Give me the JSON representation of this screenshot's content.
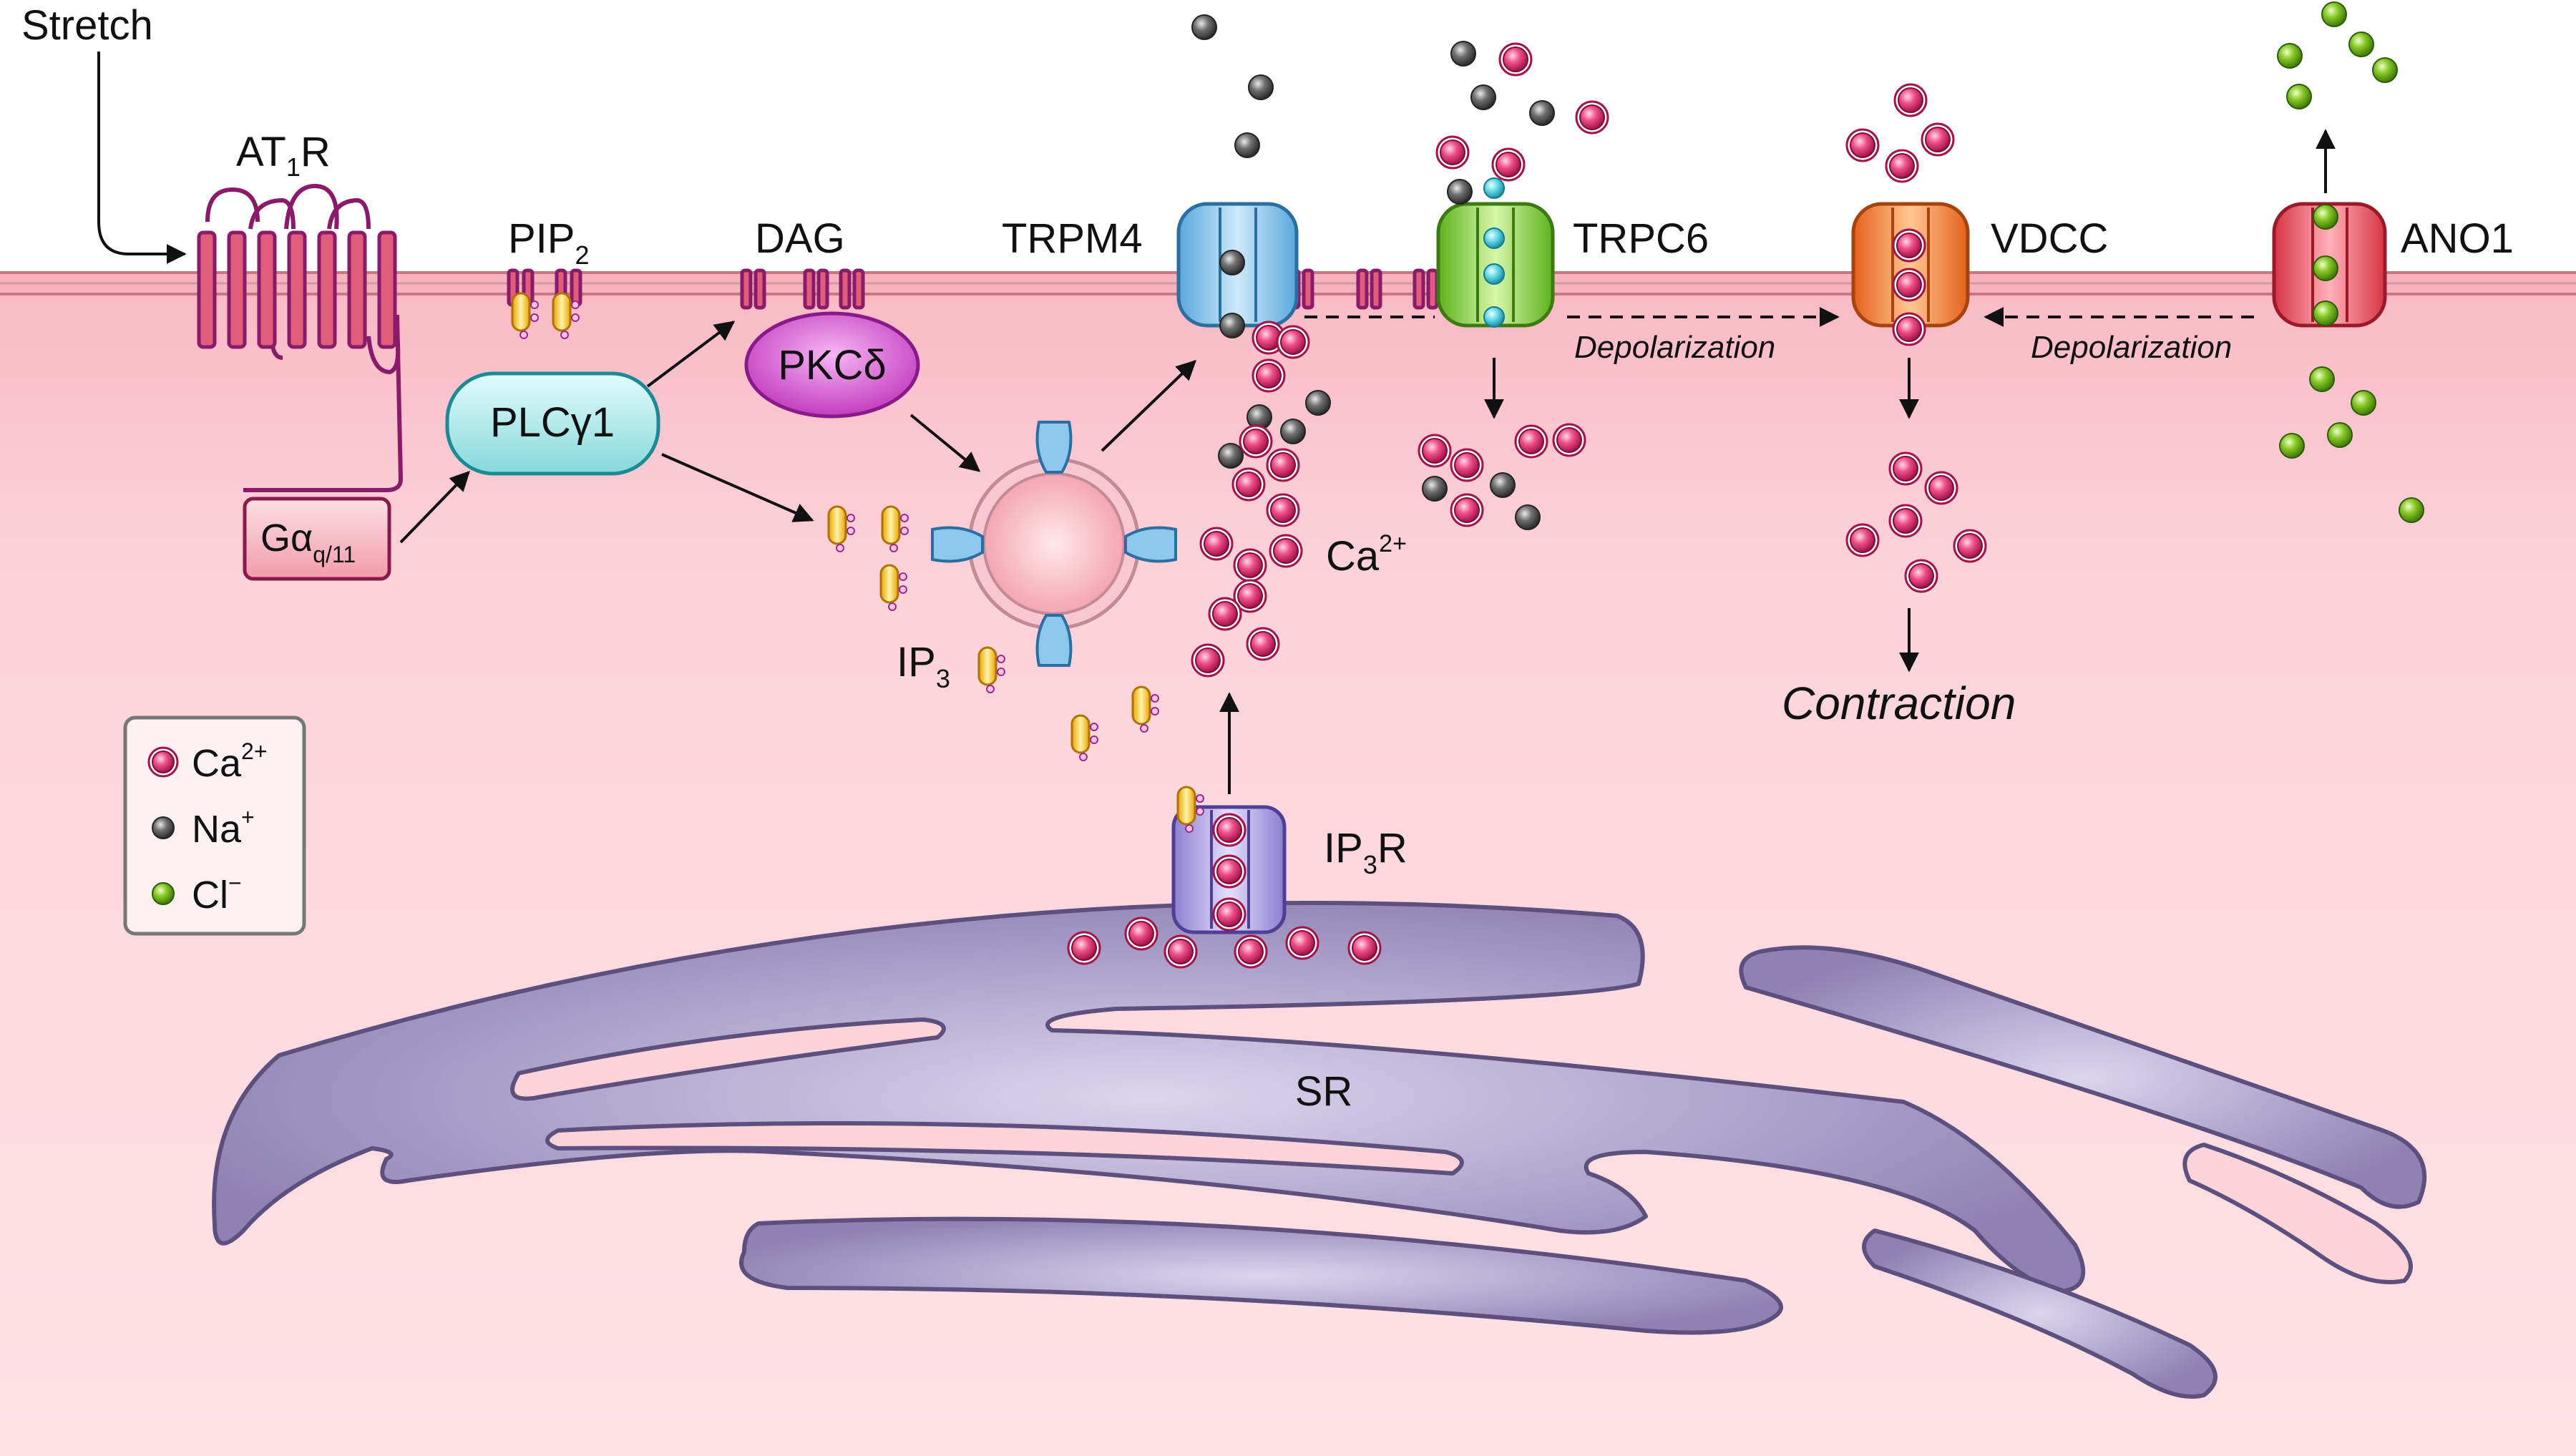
{
  "labels": {
    "stretch": "Stretch",
    "at1r_main": "AT",
    "at1r_sub": "1",
    "at1r_end": "R",
    "pip2_main": "PIP",
    "pip2_sub": "2",
    "dag": "DAG",
    "trpm4": "TRPM4",
    "trpc6": "TRPC6",
    "vdcc": "VDCC",
    "ano1": "ANO1",
    "plc": "PLCγ1",
    "pkc": "PKCδ",
    "galpha_main": "Gα",
    "galpha_sub": "q/11",
    "ip3_main": "IP",
    "ip3_sub": "3",
    "ip3r_main": "IP",
    "ip3r_sub": "3",
    "ip3r_end": "R",
    "ca_main": "Ca",
    "ca_sup": "2+",
    "depolarization_left": "Depolarization",
    "depolarization_right": "Depolarization",
    "contraction": "Contraction",
    "sr": "SR"
  },
  "legend": {
    "items": [
      {
        "main": "Ca",
        "sup": "2+",
        "color": "#e8407a"
      },
      {
        "main": "Na",
        "sup": "+",
        "color": "#6d6d6d"
      },
      {
        "main": "Cl",
        "sup": "−",
        "color": "#7cc120"
      }
    ]
  },
  "colors": {
    "calcium": "#e8407a",
    "sodium": "#6d6d6d",
    "chloride": "#7cc120",
    "cytosol": "#fbd6dc",
    "membrane": "#f2a4b0",
    "sr": "#a99bc7",
    "plc": "#bdeeee",
    "pkc": "#dd55d8",
    "trpm4": "#8cc8ee",
    "trpc6": "#8edd3c",
    "vdcc": "#f58a3a",
    "ano1": "#ef5f6e",
    "ip3r": "#b3a6e4",
    "ip3": "#f7cf2e"
  }
}
